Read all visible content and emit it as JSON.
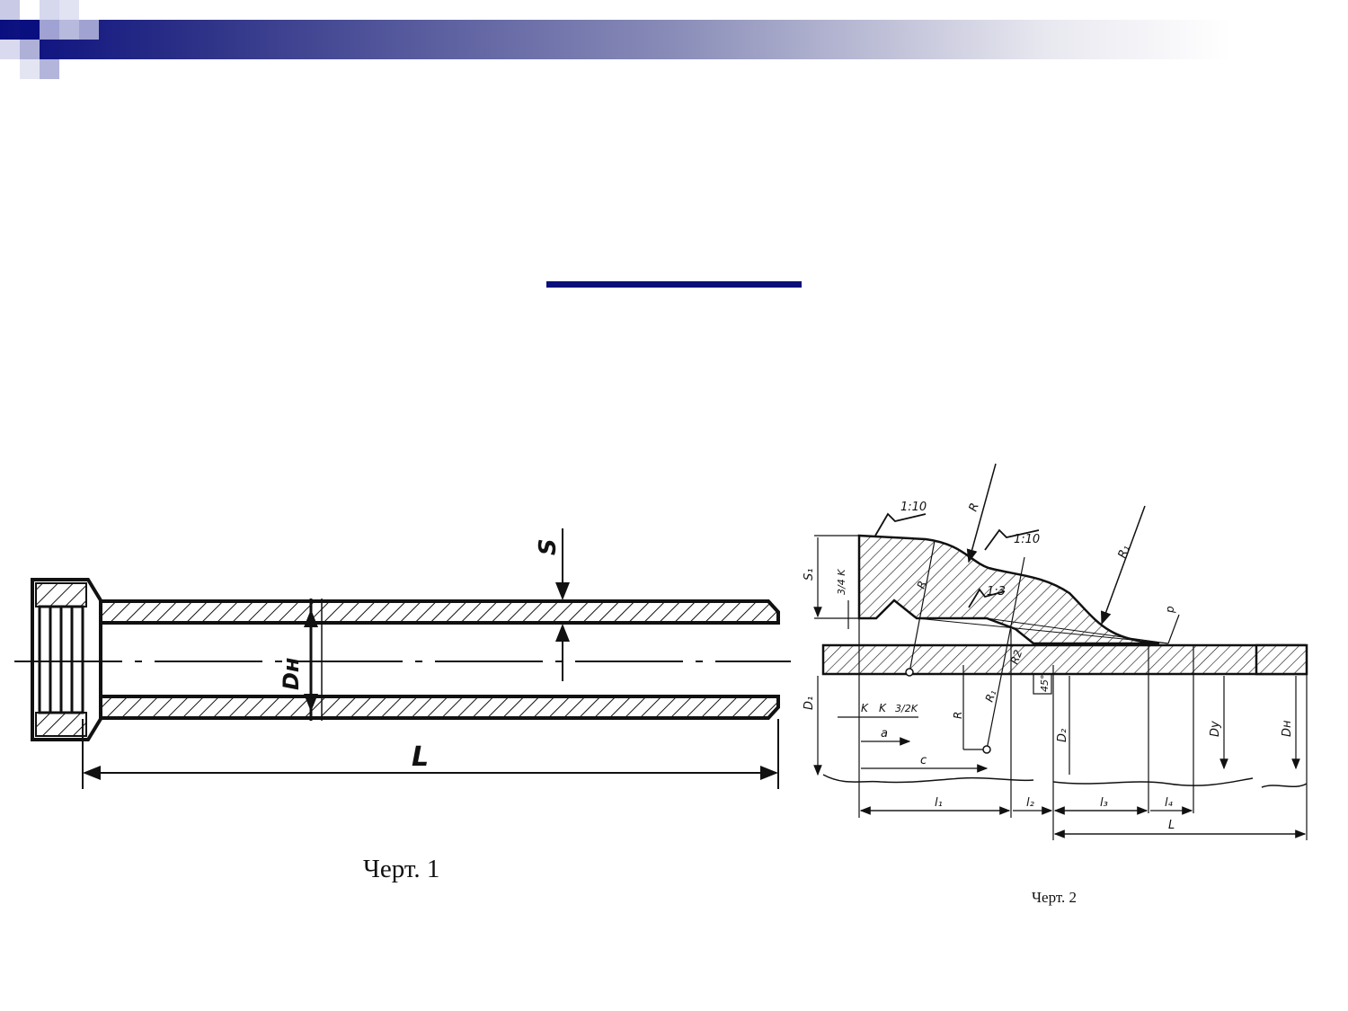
{
  "figure1": {
    "caption": "Черт. 1",
    "labels": {
      "length": "L",
      "diameter": "Dн",
      "wall": "S"
    }
  },
  "figure2": {
    "caption": "Черт. 2",
    "slopes": [
      "1:10",
      "1:10",
      "1:3"
    ],
    "radii": [
      "R",
      "R₁",
      "R",
      "R₁",
      "R2",
      "R"
    ],
    "dims_left": [
      "S₁",
      "3/4 K",
      "D₁"
    ],
    "dims_bottom_small": [
      "K",
      "K",
      "3/2K"
    ],
    "dims_bottom": [
      "a",
      "c"
    ],
    "dims_lengths": [
      "l₁",
      "l₂",
      "l₃",
      "l₄",
      "L"
    ],
    "dims_diam": [
      "D₂",
      "Dу",
      "Dн"
    ],
    "angle": "45°",
    "p_label": "p"
  },
  "colors": {
    "accent": "#0b0f7a",
    "line": "#111111"
  }
}
